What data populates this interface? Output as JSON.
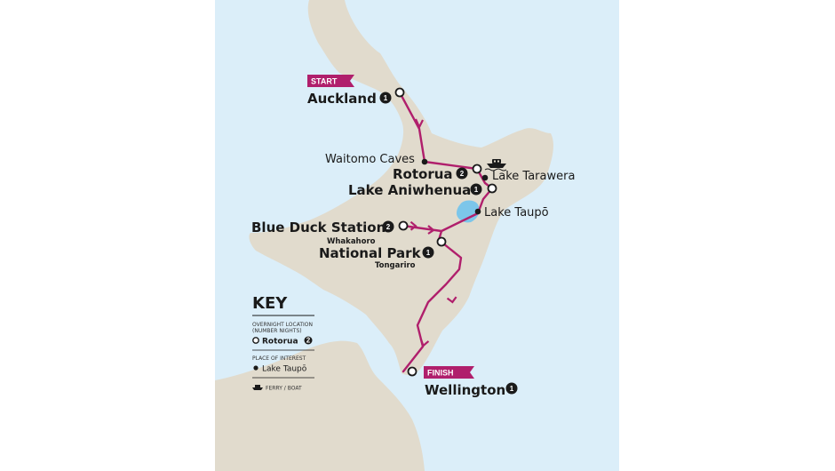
{
  "colors": {
    "sea": "#dbeef9",
    "land": "#e1dbcd",
    "lake": "#7cc6ea",
    "route": "#b01f6c",
    "text": "#1a1a1a"
  },
  "flags": {
    "start": "START",
    "finish": "FINISH"
  },
  "overnight": [
    {
      "name": "Auckland",
      "nights": "1"
    },
    {
      "name": "Rotorua",
      "nights": "2"
    },
    {
      "name": "Lake Aniwhenua",
      "nights": "1"
    },
    {
      "name": "Blue Duck Station",
      "nights": "2",
      "sublabel": "Whakahoro"
    },
    {
      "name": "National Park",
      "nights": "1",
      "sublabel": "Tongariro"
    },
    {
      "name": "Wellington",
      "nights": "1"
    }
  ],
  "points_of_interest": [
    {
      "name": "Waitomo Caves"
    },
    {
      "name": "Lake Tarawera"
    },
    {
      "name": "Lake Taupō"
    }
  ],
  "key": {
    "title": "KEY",
    "overnight_caption_line1": "OVERNIGHT LOCATION",
    "overnight_caption_line2": "(NUMBER NIGHTS)",
    "overnight_example": "Rotorua",
    "overnight_example_nights": "2",
    "poi_caption": "PLACE OF INTEREST",
    "poi_example": "Lake Taupō",
    "ferry_label": "FERRY / BOAT"
  },
  "icons": {
    "ferry": "ferry-icon",
    "overnight": "open-circle-icon",
    "poi": "filled-dot-icon",
    "nights_badge": "number-badge-icon",
    "direction": "arrowhead-icon"
  }
}
